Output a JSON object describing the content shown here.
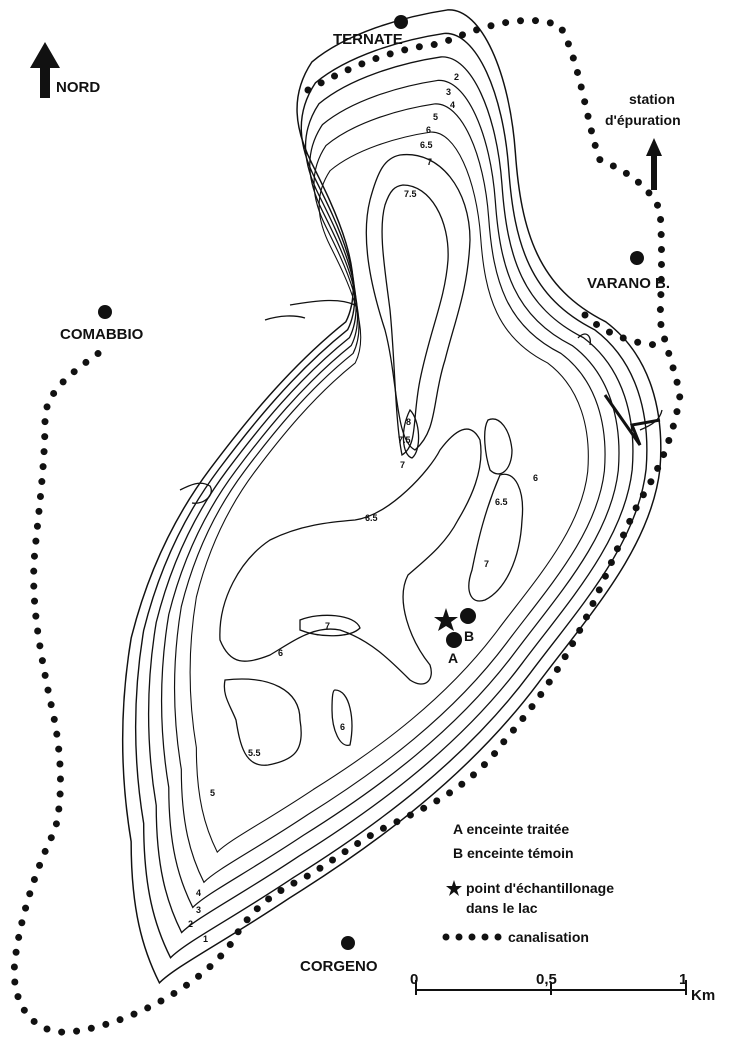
{
  "north": {
    "label": "NORD"
  },
  "station": {
    "line1": "station",
    "line2": "d'épuration"
  },
  "towns": [
    {
      "name": "TERNATE"
    },
    {
      "name": "VARANO B."
    },
    {
      "name": "COMABBIO"
    },
    {
      "name": "CORGENO"
    }
  ],
  "depth_labels": [
    "2",
    "3",
    "4",
    "5",
    "6",
    "6.5",
    "7",
    "7.5",
    "8",
    "7.5",
    "7",
    "6.5",
    "6",
    "6.5",
    "7",
    "7",
    "6",
    "6",
    "5.5",
    "5",
    "4",
    "3",
    "2",
    "1"
  ],
  "enclosure_markers": {
    "a": "A",
    "b": "B"
  },
  "legend": {
    "a": "A enceinte traitée",
    "b": "B enceinte témoin",
    "star_line1": "point d'échantillonage",
    "star_line2": "dans le lac",
    "pipe": "canalisation"
  },
  "scale": {
    "tick0": "0",
    "tick1": "0,5",
    "tick2": "1",
    "unit": "Km"
  }
}
